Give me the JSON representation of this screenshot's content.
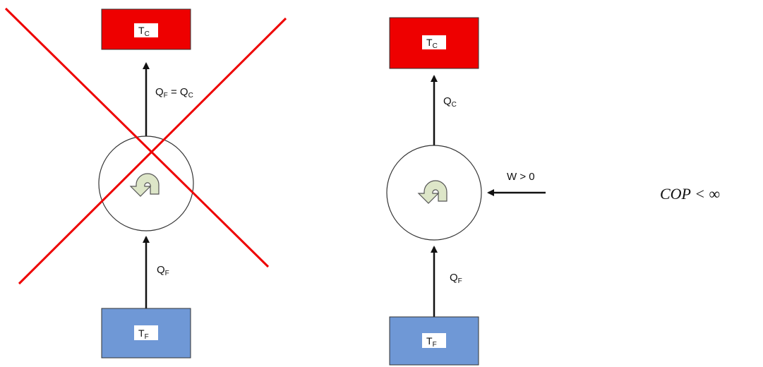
{
  "left_diagram": {
    "hot_reservoir": {
      "main": "T",
      "sub": "C"
    },
    "cold_reservoir": {
      "main": "T",
      "sub": "F"
    },
    "upper_flow": {
      "a_main": "Q",
      "a_sub": "F",
      "eq": " = ",
      "b_main": "Q",
      "b_sub": "C"
    },
    "lower_flow": {
      "main": "Q",
      "sub": "F"
    },
    "crossed_out": true
  },
  "right_diagram": {
    "hot_reservoir": {
      "main": "T",
      "sub": "C"
    },
    "cold_reservoir": {
      "main": "T",
      "sub": "F"
    },
    "upper_flow": {
      "main": "Q",
      "sub": "C"
    },
    "lower_flow": {
      "main": "Q",
      "sub": "F"
    },
    "work": "W > 0"
  },
  "formula": {
    "text": "COP < ",
    "symbol": "∞"
  },
  "colors": {
    "hot": "#ee0000",
    "cold": "#6f98d6",
    "cross": "#ee0000",
    "cycle_fill": "#dde6c8"
  }
}
